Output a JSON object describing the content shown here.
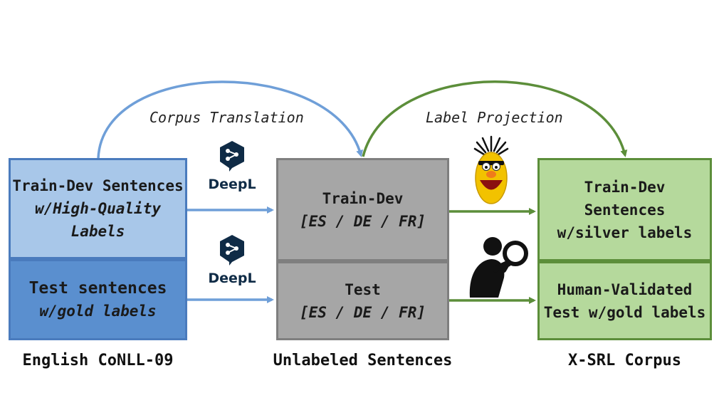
{
  "colors": {
    "english_top": "#a8c7e9",
    "english_bottom": "#5a8fcf",
    "english_border": "#4a7bbd",
    "gray_fill": "#a6a6a6",
    "gray_border": "#7f7f7f",
    "green_fill": "#b5d99c",
    "green_border": "#5c8e3a",
    "blue_arrow": "#6f9fd8",
    "green_arrow": "#5c8e3a",
    "deepl_navy": "#0f2b46"
  },
  "english": {
    "caption": "English CoNLL-09",
    "train_line1": "Train-Dev Sentences",
    "train_line2": "w/High-Quality",
    "train_line3": "Labels",
    "test_line1": "Test sentences",
    "test_line2": "w/gold labels"
  },
  "unlabeled": {
    "caption": "Unlabeled Sentences",
    "train_line1": "Train-Dev",
    "train_line2": "[ES / DE / FR]",
    "test_line1": "Test",
    "test_line2": "[ES / DE / FR]"
  },
  "xsrl": {
    "caption": "X-SRL Corpus",
    "train_line1": "Train-Dev",
    "train_line2": "Sentences",
    "train_line3": "w/silver labels",
    "test_line1": "Human-Validated",
    "test_line2": "Test w/gold labels"
  },
  "arcs": {
    "corpus_translation": "Corpus Translation",
    "label_projection": "Label Projection"
  },
  "deepl": {
    "top_label": "DeepL",
    "bottom_label": "DeepL"
  },
  "icons": {
    "projection_icon": "bert-muppet-icon",
    "validation_icon": "magnifier-person-icon"
  }
}
